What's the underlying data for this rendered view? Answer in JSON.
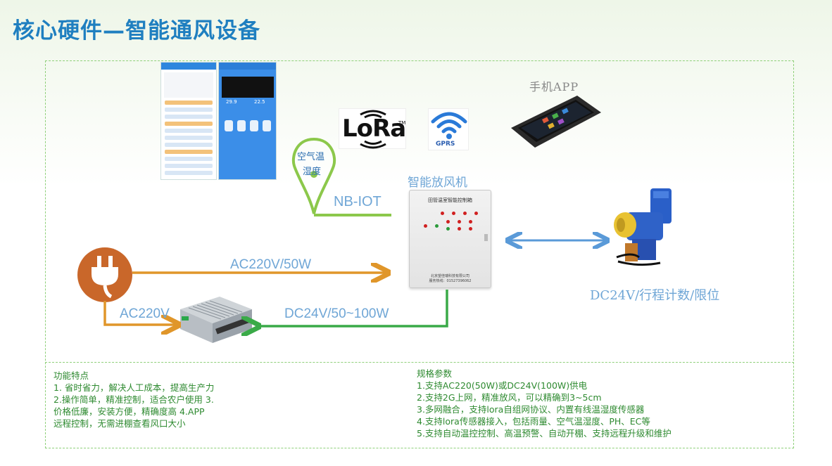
{
  "title": "核心硬件—智能通风设备",
  "phone_app_label": "手机APP",
  "lora_logo": "LoRa",
  "lora_tm": "TM",
  "gprs_label": "GPRS",
  "sensor_pin_line1": "空气温",
  "sensor_pin_line2": "湿度",
  "nbiot_label": "NB-IOT",
  "controller_label": "智能放风机",
  "controller_panel_title": "田管温室智能控制箱",
  "controller_panel_footer1": "北京望佳瑞科技有限公司",
  "controller_panel_footer2": "服务热线：01527396062",
  "ac220_50w_label": "AC220V/50W",
  "dc24_50_100_label": "DC24V/50~100W",
  "ac220_label": "AC220V",
  "motor_label": "DC24V/行程计数/限位",
  "features": {
    "heading": "功能特点",
    "lines": [
      "1. 省时省力，解决人工成本，提高生产力",
      "2.操作简单，精准控制，适合农户使用  3.",
      "价格低廉，安装方便，精确度高  4.APP",
      "远程控制，无需进棚查看风口大小"
    ]
  },
  "specs": {
    "heading": "规格参数",
    "lines": [
      "1.支持AC220(50W)或DC24V(100W)供电",
      "2.支持2G上网，精准放风，可以精确到3~5cm",
      "3.多网融合，支持lora自组网协议、内置有线温湿度传感器",
      "4.支持lora传感器接入，包括雨量、空气温湿度、PH、EC等",
      "5.支持自动温控控制、高温预警、自动开棚、支持远程升级和维护"
    ]
  },
  "app_screen_values": [
    "29.9",
    "22.5"
  ],
  "colors": {
    "title": "#1f7fc0",
    "orange_arrow": "#e0962a",
    "green_arrow": "#3aaa48",
    "blue_arrow": "#5a9ad8",
    "pin_green": "#8cc84b"
  }
}
